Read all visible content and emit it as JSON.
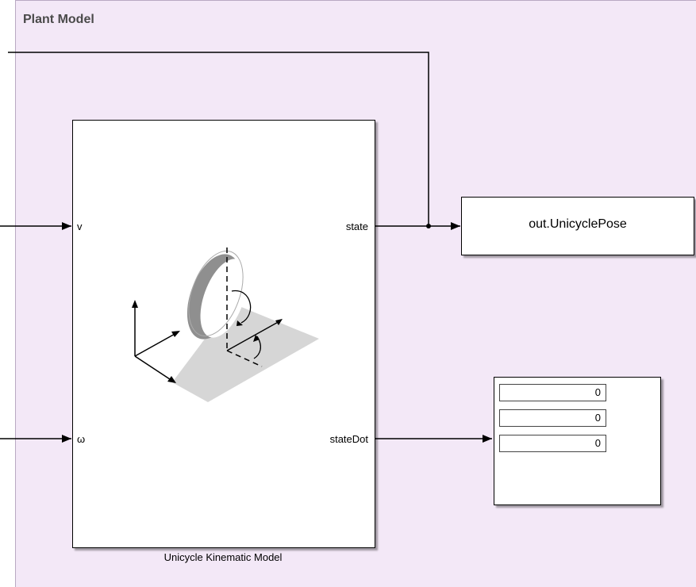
{
  "area": {
    "title": "Plant Model"
  },
  "unicycle_block": {
    "name": "Unicycle Kinematic Model",
    "inputs": [
      "v",
      "ω"
    ],
    "outputs": [
      "state",
      "stateDot"
    ]
  },
  "pose_block": {
    "label": "out.UnicyclePose"
  },
  "display_block": {
    "values": [
      "0",
      "0",
      "0"
    ]
  },
  "colors": {
    "area_background": "#f3e8f7",
    "block_background": "#ffffff",
    "line": "#000000"
  },
  "icons": [
    "unicycle-wheel-icon",
    "coordinate-axes-icon"
  ]
}
